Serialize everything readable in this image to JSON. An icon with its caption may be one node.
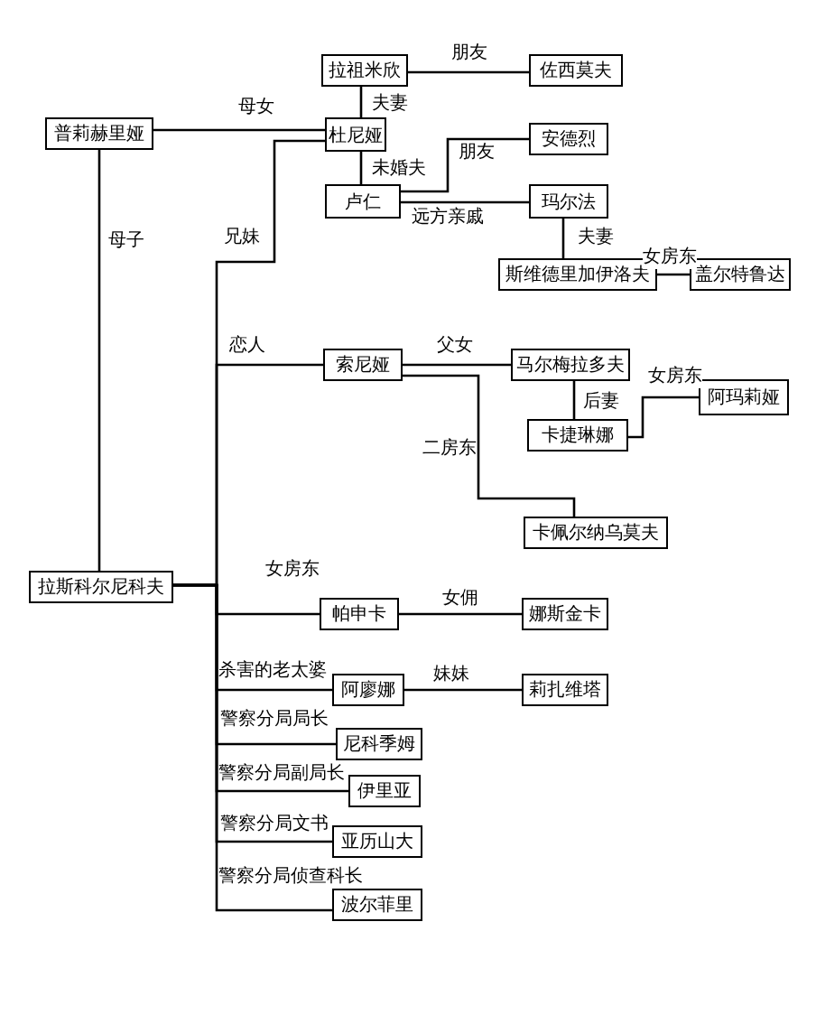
{
  "diagram": {
    "nodes": [
      {
        "text": [
          "拉祖米欣"
        ]
      },
      {
        "text": [
          "佐西莫夫"
        ]
      },
      {
        "text": [
          "普莉赫里娅"
        ]
      },
      {
        "text": [
          "杜尼娅"
        ]
      },
      {
        "text": [
          "安德烈"
        ]
      },
      {
        "text": [
          "卢仁"
        ]
      },
      {
        "text": [
          "玛尔法"
        ]
      },
      {
        "text": [
          "斯维德里加伊洛夫"
        ]
      },
      {
        "text": [
          "盖尔特鲁达"
        ]
      },
      {
        "text": [
          "索尼娅"
        ]
      },
      {
        "text": [
          "马尔梅拉多夫"
        ]
      },
      {
        "text": [
          "阿玛莉娅"
        ]
      },
      {
        "text": [
          "卡捷琳娜"
        ]
      },
      {
        "text": [
          "卡佩尔纳乌莫夫"
        ]
      },
      {
        "text": [
          "拉斯科尔尼科夫"
        ]
      },
      {
        "text": [
          "帕申卡"
        ]
      },
      {
        "text": [
          "娜斯金卡"
        ]
      },
      {
        "text": [
          "阿廖娜"
        ]
      },
      {
        "text": [
          "莉扎维塔"
        ]
      },
      {
        "text": [
          "尼科季姆"
        ]
      },
      {
        "text": [
          "伊里亚"
        ]
      },
      {
        "text": [
          "亚历山大"
        ]
      },
      {
        "text": [
          "波尔菲里"
        ]
      }
    ],
    "edges": [
      {
        "from": 0,
        "to": 1,
        "arrow": "none",
        "label": "朋友"
      },
      {
        "from": 0,
        "to": 3,
        "arrow": "none",
        "label": "夫妻"
      },
      {
        "from": 2,
        "to": 3,
        "arrow": "none",
        "label": "母女"
      },
      {
        "from": 3,
        "to": 5,
        "arrow": "none",
        "label": "未婚夫"
      },
      {
        "from": 5,
        "to": 4,
        "arrow": "none",
        "label": "朋友"
      },
      {
        "from": 5,
        "to": 6,
        "arrow": "none",
        "label": "远方亲戚"
      },
      {
        "from": 6,
        "to": 7,
        "arrow": "none",
        "label": "夫妻"
      },
      {
        "from": 7,
        "to": 8,
        "arrow": "none",
        "label": "女房东"
      },
      {
        "from": 14,
        "to": 3,
        "arrow": "none",
        "label": "兄妹"
      },
      {
        "from": 2,
        "to": 14,
        "arrow": "none",
        "label": "母子"
      },
      {
        "from": 14,
        "to": 9,
        "arrow": "none",
        "label": "恋人"
      },
      {
        "from": 9,
        "to": 10,
        "arrow": "none",
        "label": "父女"
      },
      {
        "from": 10,
        "to": 12,
        "arrow": "none",
        "label": "后妻"
      },
      {
        "from": 12,
        "to": 11,
        "arrow": "none",
        "label": "女房东"
      },
      {
        "from": 9,
        "to": 13,
        "arrow": "none",
        "label": "二房东"
      },
      {
        "from": 14,
        "to": 15,
        "arrow": "none",
        "label": "女房东"
      },
      {
        "from": 15,
        "to": 16,
        "arrow": "none",
        "label": "女佣"
      },
      {
        "from": 14,
        "to": 17,
        "arrow": "none",
        "label": "杀害的老太婆"
      },
      {
        "from": 17,
        "to": 18,
        "arrow": "none",
        "label": "妹妹"
      },
      {
        "from": 14,
        "to": 19,
        "arrow": "none",
        "label": "警察分局局长"
      },
      {
        "from": 14,
        "to": 20,
        "arrow": "none",
        "label": "警察分局副局长"
      },
      {
        "from": 14,
        "to": 21,
        "arrow": "none",
        "label": "警察分局文书"
      },
      {
        "from": 14,
        "to": 22,
        "arrow": "none",
        "label": "警察分局侦查科长"
      }
    ]
  }
}
